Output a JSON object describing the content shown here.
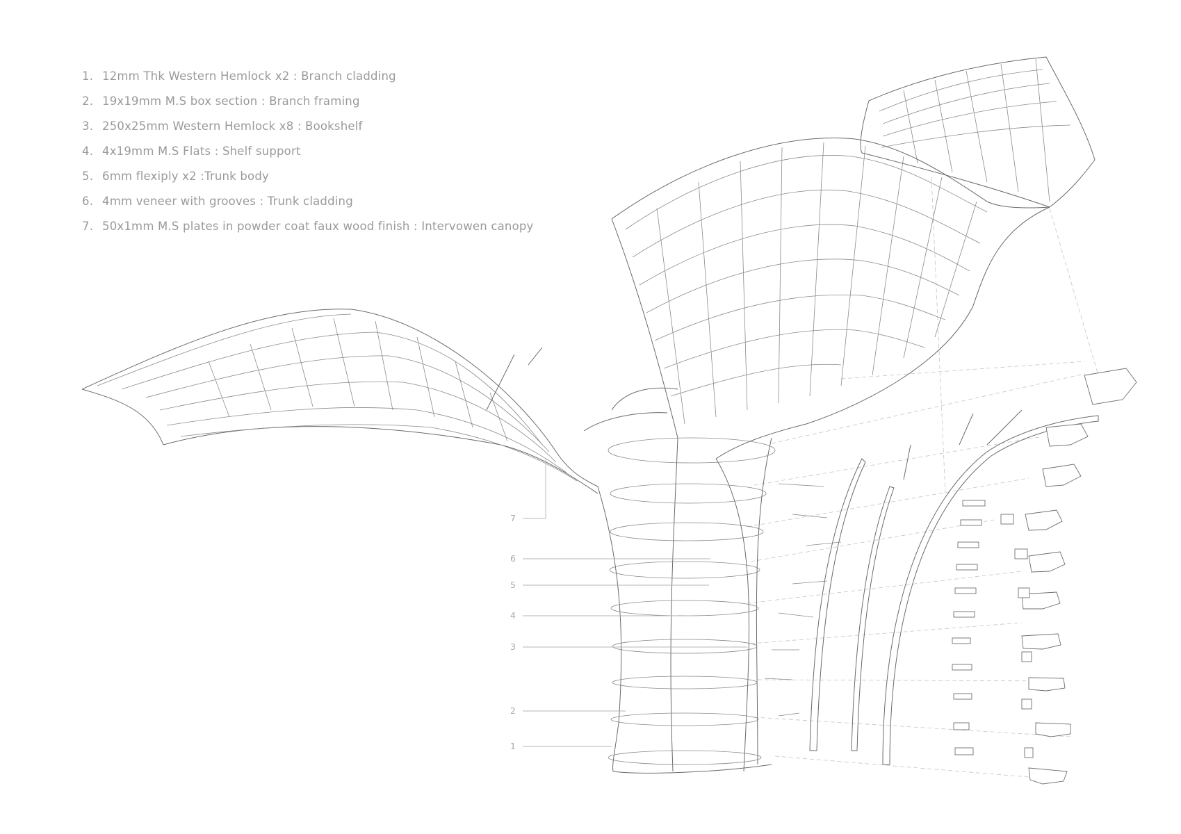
{
  "legend": [
    {
      "num": "1.",
      "text": "12mm Thk Western Hemlock x2 : Branch cladding"
    },
    {
      "num": "2.",
      "text": "19x19mm M.S box section : Branch framing"
    },
    {
      "num": "3.",
      "text": "250x25mm Western Hemlock x8 : Bookshelf"
    },
    {
      "num": "4.",
      "text": "4x19mm M.S Flats : Shelf support"
    },
    {
      "num": "5.",
      "text": "6mm flexiply x2 :Trunk body"
    },
    {
      "num": "6.",
      "text": "4mm veneer with grooves : Trunk cladding"
    },
    {
      "num": "7.",
      "text": "50x1mm M.S plates in powder coat faux wood finish : Intervowen canopy"
    }
  ],
  "callouts": [
    {
      "label": "7"
    },
    {
      "label": "6"
    },
    {
      "label": "5"
    },
    {
      "label": "4"
    },
    {
      "label": "3"
    },
    {
      "label": "2"
    },
    {
      "label": "1"
    }
  ],
  "colors": {
    "text": "#9a9a9a",
    "linework": "#6a6a6a",
    "leader": "#b4b4b4",
    "background": "#ffffff"
  }
}
